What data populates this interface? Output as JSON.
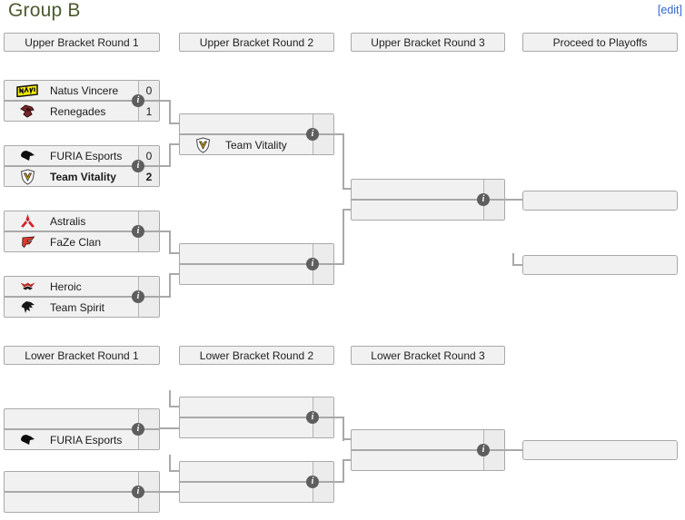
{
  "page": {
    "title": "Group B",
    "edit_label": "[edit]"
  },
  "colors": {
    "title_text": "#4c5a2f",
    "edit_link": "#3366cc",
    "box_background": "#f1f1f1",
    "score_cell_background": "#ececec",
    "box_border": "#a9a9a9",
    "connector": "#a9a9a9",
    "info_icon_background": "#5e5e5e",
    "team_text": "#1b1b1b"
  },
  "icons": {
    "info_glyph": "i",
    "team_logos": [
      "navi-logo",
      "renegades-logo",
      "furia-logo",
      "vitality-logo",
      "astralis-logo",
      "faze-logo",
      "heroic-logo",
      "spirit-logo"
    ]
  },
  "upper": {
    "headers": [
      "Upper Bracket Round 1",
      "Upper Bracket Round 2",
      "Upper Bracket Round 3",
      "Proceed to Playoffs"
    ],
    "round1": [
      {
        "teams": [
          {
            "name": "Natus Vincere",
            "score": "0",
            "winner": false
          },
          {
            "name": "Renegades",
            "score": "1",
            "winner": false
          }
        ]
      },
      {
        "teams": [
          {
            "name": "FURIA Esports",
            "score": "0",
            "winner": false
          },
          {
            "name": "Team Vitality",
            "score": "2",
            "winner": true
          }
        ]
      },
      {
        "teams": [
          {
            "name": "Astralis",
            "score": "",
            "winner": false
          },
          {
            "name": "FaZe Clan",
            "score": "",
            "winner": false
          }
        ]
      },
      {
        "teams": [
          {
            "name": "Heroic",
            "score": "",
            "winner": false
          },
          {
            "name": "Team Spirit",
            "score": "",
            "winner": false
          }
        ]
      }
    ],
    "round2": [
      {
        "teams": [
          {
            "name": "",
            "score": ""
          },
          {
            "name": "Team Vitality",
            "score": "",
            "winner": false
          }
        ]
      },
      {
        "teams": [
          {
            "name": "",
            "score": ""
          },
          {
            "name": "",
            "score": ""
          }
        ]
      }
    ],
    "round3": [
      {
        "teams": [
          {
            "name": "",
            "score": ""
          },
          {
            "name": "",
            "score": ""
          }
        ]
      }
    ],
    "playoff": [
      {
        "label": ""
      },
      {
        "label": ""
      }
    ]
  },
  "lower": {
    "headers": [
      "Lower Bracket Round 1",
      "Lower Bracket Round 2",
      "Lower Bracket Round 3"
    ],
    "round1": [
      {
        "teams": [
          {
            "name": "",
            "score": ""
          },
          {
            "name": "FURIA Esports",
            "score": "",
            "winner": false
          }
        ]
      },
      {
        "teams": [
          {
            "name": "",
            "score": ""
          },
          {
            "name": "",
            "score": ""
          }
        ]
      }
    ],
    "round2": [
      {
        "teams": [
          {
            "name": "",
            "score": ""
          },
          {
            "name": "",
            "score": ""
          }
        ]
      },
      {
        "teams": [
          {
            "name": "",
            "score": ""
          },
          {
            "name": "",
            "score": ""
          }
        ]
      }
    ],
    "round3": [
      {
        "teams": [
          {
            "name": "",
            "score": ""
          },
          {
            "name": "",
            "score": ""
          }
        ]
      }
    ],
    "final": [
      {
        "label": ""
      }
    ]
  }
}
